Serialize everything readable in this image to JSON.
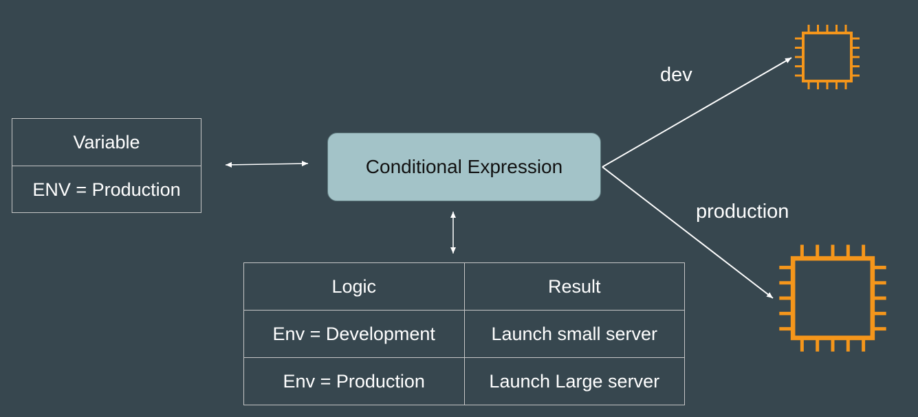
{
  "variable_box": {
    "header": "Variable",
    "value": "ENV = Production"
  },
  "conditional": {
    "label": "Conditional Expression"
  },
  "logic_table": {
    "headers": [
      "Logic",
      "Result"
    ],
    "rows": [
      [
        "Env = Development",
        "Launch small server"
      ],
      [
        "Env = Production",
        "Launch Large server"
      ]
    ]
  },
  "branches": {
    "dev_label": "dev",
    "production_label": "production"
  },
  "icons": {
    "small_server": "chip-icon",
    "large_server": "chip-icon"
  },
  "colors": {
    "background": "#37474f",
    "node_fill": "#a3c3c8",
    "chip": "#f5961b",
    "lines": "#ffffff"
  }
}
